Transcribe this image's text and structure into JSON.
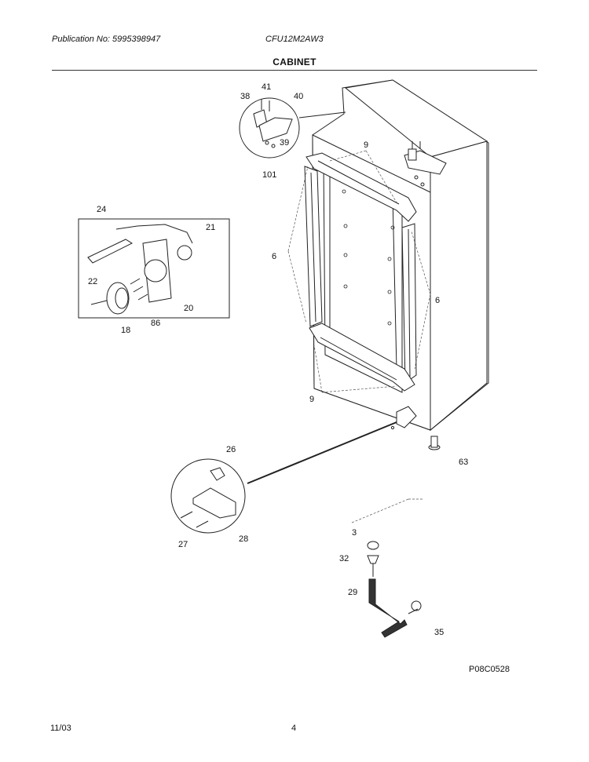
{
  "header": {
    "publication": "Publication No: 5995398947",
    "model": "CFU12M2AW3",
    "section_title": "CABINET"
  },
  "footer": {
    "date": "11/03",
    "page": "4"
  },
  "drawing_code": "P08C0528",
  "part_labels": {
    "p41": "41",
    "p38": "38",
    "p40": "40",
    "p39": "39",
    "p101": "101",
    "p9_top": "9",
    "p6_left": "6",
    "p6_right": "6",
    "p9_bottom": "9",
    "p24": "24",
    "p21": "21",
    "p22": "22",
    "p20": "20",
    "p18": "18",
    "p86": "86",
    "p63": "63",
    "p26": "26",
    "p27": "27",
    "p28": "28",
    "p3": "3",
    "p32": "32",
    "p29": "29",
    "p35": "35"
  }
}
